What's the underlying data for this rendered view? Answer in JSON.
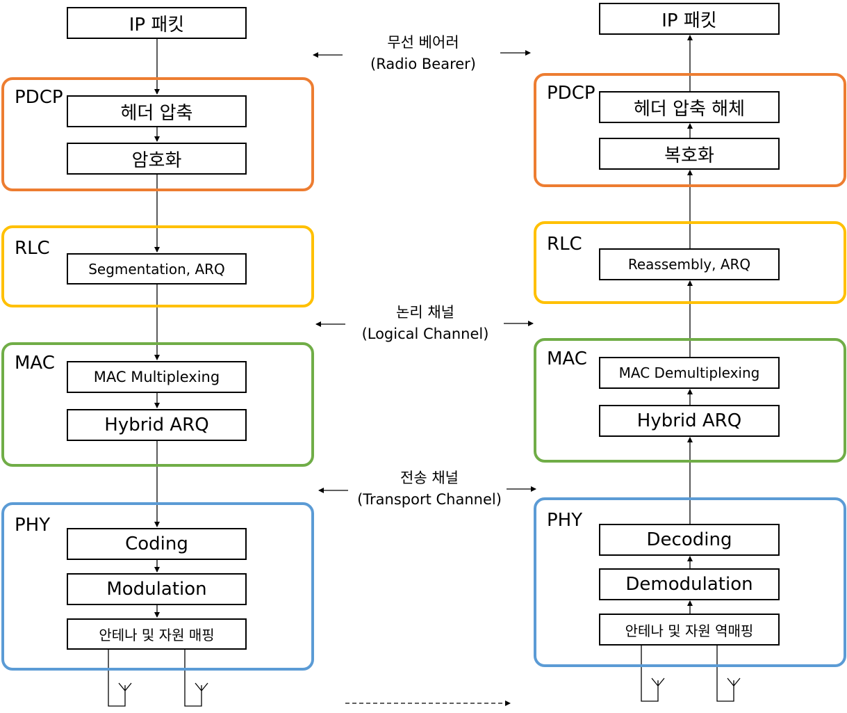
{
  "colors": {
    "pdcp": "#ED7D31",
    "rlc": "#FFC000",
    "mac": "#70AD47",
    "phy": "#5B9BD5",
    "line": "#000000"
  },
  "transmitter": {
    "ip_packet": "IP 패킷",
    "pdcp": {
      "label": "PDCP",
      "header_compression": "헤더 압축",
      "ciphering": "암호화"
    },
    "rlc": {
      "label": "RLC",
      "segmentation": "Segmentation, ARQ"
    },
    "mac": {
      "label": "MAC",
      "multiplexing": "MAC Multiplexing",
      "harq": "Hybrid ARQ"
    },
    "phy": {
      "label": "PHY",
      "coding": "Coding",
      "modulation": "Modulation",
      "mapping": "안테나 및 자원 매핑"
    }
  },
  "receiver": {
    "ip_packet": "IP 패킷",
    "pdcp": {
      "label": "PDCP",
      "header_decompression": "헤더 압축 해체",
      "deciphering": "복호화"
    },
    "rlc": {
      "label": "RLC",
      "reassembly": "Reassembly, ARQ"
    },
    "mac": {
      "label": "MAC",
      "demultiplexing": "MAC Demultiplexing",
      "harq": "Hybrid ARQ"
    },
    "phy": {
      "label": "PHY",
      "decoding": "Decoding",
      "demodulation": "Demodulation",
      "demapping": "안테나 및 자원 역매핑"
    }
  },
  "channels": {
    "radio_bearer": {
      "korean": "무선 베어러",
      "english": "(Radio Bearer)"
    },
    "logical_channel": {
      "korean": "논리 채널",
      "english": "(Logical Channel)"
    },
    "transport_channel": {
      "korean": "전송 채널",
      "english": "(Transport Channel)"
    }
  }
}
